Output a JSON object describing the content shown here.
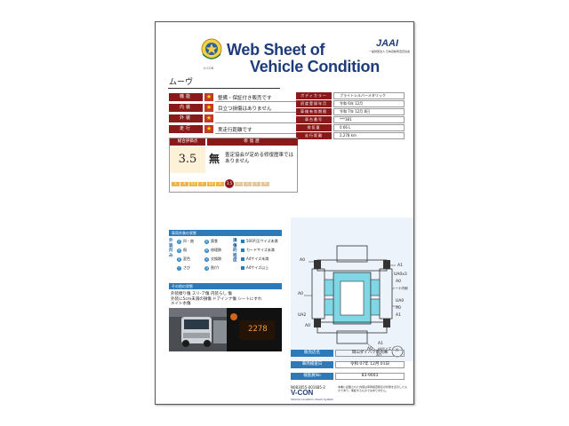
{
  "header": {
    "title_line1": "Web Sheet of",
    "title_line2": "Vehicle Condition",
    "logo_text": "V-CON",
    "org": "JAAI",
    "org_sub": "一般財団法人 日本自動車査定協会"
  },
  "model": "ムーヴ",
  "evaluation": [
    {
      "label": "機能",
      "text": "整備・保証付き販売です"
    },
    {
      "label": "内装",
      "text": "目立つ損傷はありません"
    },
    {
      "label": "外装",
      "text": ""
    },
    {
      "label": "走行",
      "text": "実走行距離です"
    }
  ],
  "specs": [
    {
      "label": "ボディカラー",
      "value": "ブライトシルバーメタリック"
    },
    {
      "label": "初度登録年月",
      "value": "令和 6年 12月"
    },
    {
      "label": "車検有効期限",
      "value": "令和 7年 12月 8日"
    },
    {
      "label": "車台番号",
      "value": "***381"
    },
    {
      "label": "排気量",
      "value": "0.66 L"
    },
    {
      "label": "走行距離",
      "value": "2,278 km"
    }
  ],
  "score": {
    "head_left": "総合評価点",
    "head_right": "修復歴",
    "value": "3.5",
    "repair_mark": "無",
    "repair_note": "査定協会が定める修復歴車ではありません",
    "scale": [
      "S",
      "6",
      "5.5",
      "5",
      "4.5",
      "4",
      "3.5",
      "3",
      "2",
      "1",
      "R"
    ],
    "active": "3.5"
  },
  "equipment": {
    "section_title": "車両外装の状態",
    "col1_label": "外装凹み",
    "col2_label": "損傷的程度",
    "items_col1": [
      {
        "mark": "凹",
        "text": "凹・曲"
      },
      {
        "mark": "傷",
        "text": "傷"
      },
      {
        "mark": "変",
        "text": "変色"
      },
      {
        "mark": "さ",
        "text": "さび"
      }
    ],
    "items_col2": [
      {
        "mark": "腐",
        "text": "腐食"
      },
      {
        "mark": "修",
        "text": "修理跡"
      },
      {
        "mark": "交",
        "text": "交換跡"
      },
      {
        "mark": "割",
        "text": "割/穴"
      }
    ],
    "items_col3": [
      "500円玉サイズ未満",
      "カードサイズ未満",
      "A4サイズ未満",
      "A4サイズ以上"
    ]
  },
  "notes": {
    "section_title": "その他の状態",
    "text": "外装擦り傷 スリ-ア傷 内装らし 傷\n外装に5cm未満の損傷 ドアインナ傷 シートにすれ\nメイト水傷"
  },
  "photos": {
    "odometer": "2278"
  },
  "diagram_labels": {
    "top_left": "A0",
    "top_right": "A1",
    "mid_right1": "UA0x3",
    "mid_right2": "A0",
    "mid_right3": "イーナ内側",
    "left_a0": "A0",
    "left_ua2": "UA2",
    "left_a0b": "A0",
    "right_ua0": "UA0",
    "right_a0": "A0",
    "right_a1": "A1",
    "bottom_a1": "A1",
    "bottom_note": "A4サイズ",
    "bottom_a0": "A0",
    "bottom_a0b": "A0",
    "x_mark": "X"
  },
  "seller": [
    {
      "label": "販売店名",
      "value": "岡山ダイハツ販売㈱"
    },
    {
      "label": "車両検査日",
      "value": "令和 07年 12月 01日"
    },
    {
      "label": "検査員No",
      "value": "83-9003"
    }
  ],
  "footer": {
    "id": "N083055-001685-2",
    "brand": "V-CON",
    "system": "Vehicle Condition Check System",
    "note": "本書に記載された内容は車両検査時点の状態を表示したものであり、保証するものではありません。"
  }
}
